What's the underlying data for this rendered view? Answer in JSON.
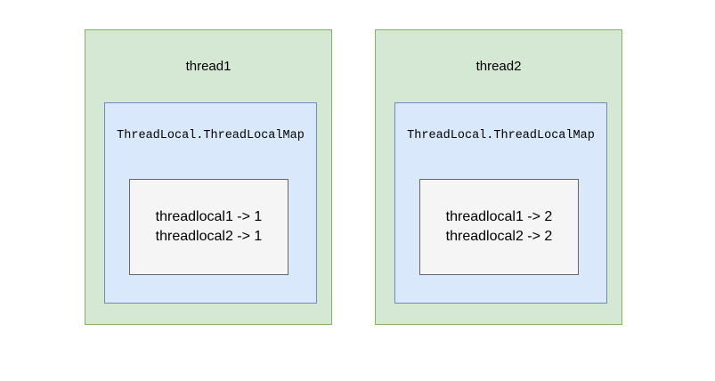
{
  "colors": {
    "thread_fill": "#d5e8d4",
    "thread_border": "#82b366",
    "map_fill": "#dae8fc",
    "map_border": "#6c8ebf",
    "entries_fill": "#f5f5f5",
    "entries_border": "#666666",
    "text": "#000000",
    "canvas_bg": "#ffffff"
  },
  "threads": [
    {
      "label": "thread1",
      "map_label": "ThreadLocal.ThreadLocalMap",
      "entries": [
        "threadlocal1 -> 1",
        "threadlocal2 -> 1"
      ]
    },
    {
      "label": "thread2",
      "map_label": "ThreadLocal.ThreadLocalMap",
      "entries": [
        "threadlocal1 -> 2",
        "threadlocal2 -> 2"
      ]
    }
  ]
}
